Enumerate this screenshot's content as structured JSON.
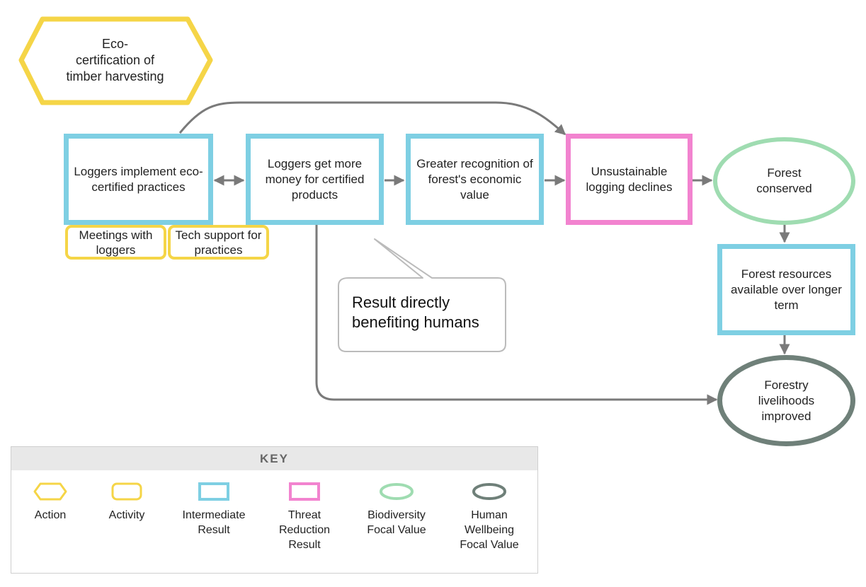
{
  "nodes": {
    "action": "Eco-\ncertification of\ntimber harvesting",
    "implement": "Loggers implement eco-certified practices",
    "money": "Loggers get more money for certified products",
    "recognition": "Greater recognition of forest's economic value",
    "unsustainable": "Unsustainable logging declines",
    "forest_conserved": "Forest conserved",
    "resources": "Forest resources available over longer term",
    "livelihoods": "Forestry livelihoods improved"
  },
  "activities": {
    "meetings": "Meetings with loggers",
    "tech": "Tech support for practices"
  },
  "callout": "Result directly\nbenefiting humans",
  "key": {
    "title": "KEY",
    "items": [
      {
        "label": "Action",
        "shape": "hexagon",
        "color": "#f5d547"
      },
      {
        "label": "Activity",
        "shape": "rounded-rect",
        "color": "#f5d547"
      },
      {
        "label": "Intermediate Result",
        "shape": "rect",
        "color": "#7ecfe3"
      },
      {
        "label": "Threat Reduction Result",
        "shape": "rect",
        "color": "#f283cf"
      },
      {
        "label": "Biodiversity Focal Value",
        "shape": "ellipse",
        "color": "#9fdcb1"
      },
      {
        "label": "Human Wellbeing Focal Value",
        "shape": "ellipse",
        "color": "#6f8079"
      }
    ]
  },
  "colors": {
    "action": "#f5d547",
    "intermediate": "#7ecfe3",
    "threat": "#f283cf",
    "biodiversity": "#9fdcb1",
    "human": "#6f8079",
    "arrow": "#7a7a7a"
  }
}
